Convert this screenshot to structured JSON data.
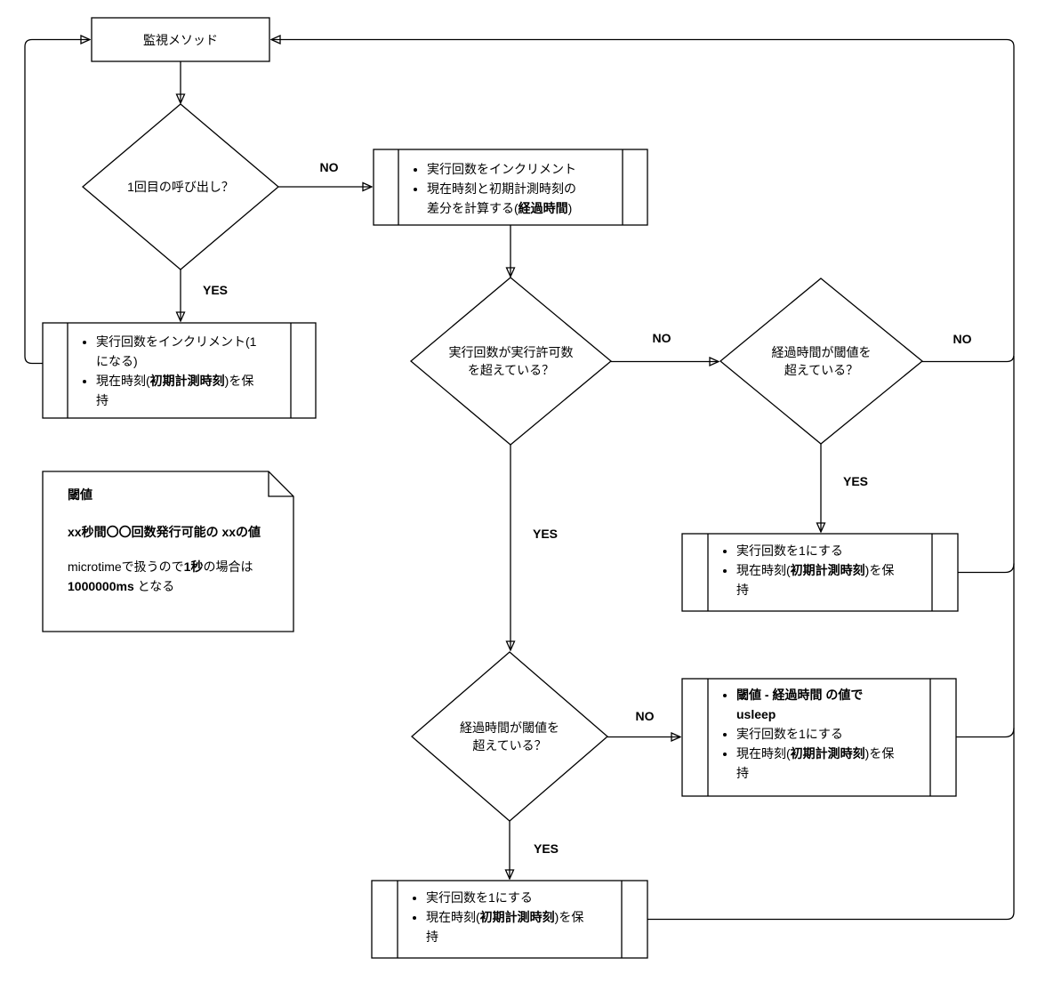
{
  "diagram": {
    "colors": {
      "stroke": "#000000",
      "background": "#ffffff"
    },
    "nodes": {
      "start": {
        "label": "監視メソッド"
      },
      "d1": {
        "label": "1回目の呼び出し？"
      },
      "box_top": {
        "items": [
          {
            "pre": "実行回数をインクリメント",
            "bold": "",
            "post": ""
          },
          {
            "pre": "現在時刻と初期計測時刻の差分を計算する(",
            "bold": "経過時間",
            "post": ")"
          }
        ]
      },
      "box_left": {
        "items": [
          {
            "pre": "実行回数をインクリメント(1になる)",
            "bold": "",
            "post": ""
          },
          {
            "pre": "現在時刻(",
            "bold": "初期計測時刻",
            "post": ")を保持"
          }
        ]
      },
      "d2": {
        "label": "実行回数が実行許可数を超えている？"
      },
      "d3": {
        "label": "経過時間が閾値を超えている？"
      },
      "box_right": {
        "items": [
          {
            "pre": "実行回数を1にする",
            "bold": "",
            "post": ""
          },
          {
            "pre": "現在時刻(",
            "bold": "初期計測時刻",
            "post": ")を保持"
          }
        ]
      },
      "d4": {
        "label": "経過時間が閾値を超えている？"
      },
      "box_usleep": {
        "items": [
          {
            "pre": "",
            "bold": "閾値 - 経過時間 の値で usleep",
            "post": ""
          },
          {
            "pre": "実行回数を1にする",
            "bold": "",
            "post": ""
          },
          {
            "pre": "現在時刻(",
            "bold": "初期計測時刻",
            "post": ")を保持"
          }
        ]
      },
      "box_bottom": {
        "items": [
          {
            "pre": "実行回数を1にする",
            "bold": "",
            "post": ""
          },
          {
            "pre": "現在時刻(",
            "bold": "初期計測時刻",
            "post": ")を保持"
          }
        ]
      },
      "note": {
        "title": "閾値",
        "line2": "xx秒間〇〇回数発行可能の xxの値",
        "body": [
          "microtimeで扱うので",
          "1秒",
          "の場合は",
          "1000000ms",
          " となる"
        ]
      }
    },
    "edge_labels": {
      "no1": "NO",
      "yes1": "YES",
      "no2": "NO",
      "yes2": "YES",
      "no3": "NO",
      "yes3": "YES",
      "no4": "NO",
      "yes4": "YES"
    }
  }
}
